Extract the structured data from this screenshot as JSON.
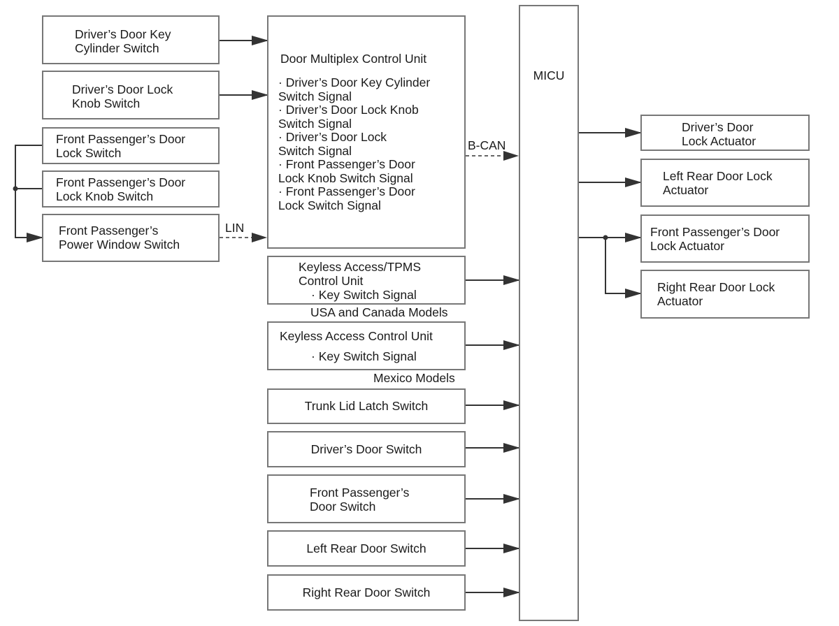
{
  "inputs_left": {
    "drivers_door_key_cylinder_switch": "Driver’s Door Key\nCylinder Switch",
    "drivers_door_lock_knob_switch": "Driver’s Door Lock\nKnob Switch",
    "front_passengers_door_lock_switch": "Front Passenger’s Door\nLock Switch",
    "front_passengers_door_lock_knob_switch": "Front Passenger’s Door\nLock Knob Switch",
    "front_passengers_power_window_switch": "Front Passenger’s\nPower Window Switch"
  },
  "door_multiplex": {
    "title": "Door Multiplex Control Unit",
    "signals": [
      "· Driver’s Door Key Cylinder\nSwitch Signal",
      "· Driver’s Door Lock Knob\nSwitch Signal",
      "· Driver’s Door Lock\nSwitch Signal",
      "· Front Passenger’s Door\nLock Knob Switch Signal",
      "· Front Passenger’s Door\nLock Switch Signal"
    ]
  },
  "bus_labels": {
    "lin": "LIN",
    "bcan": "B-CAN"
  },
  "middle_inputs": {
    "keyless_tpms": {
      "title": "Keyless Access/TPMS\nControl Unit",
      "signal": "· Key Switch Signal",
      "note": "USA and Canada Models"
    },
    "keyless": {
      "title": "Keyless Access Control Unit",
      "signal": "· Key Switch Signal",
      "note": "Mexico Models"
    },
    "trunk_lid_latch_switch": "Trunk Lid Latch Switch",
    "drivers_door_switch": "Driver’s Door Switch",
    "front_passengers_door_switch": "Front Passenger’s\nDoor Switch",
    "left_rear_door_switch": "Left Rear Door Switch",
    "right_rear_door_switch": "Right Rear Door Switch"
  },
  "micu": {
    "label": "MICU"
  },
  "actuators": {
    "drivers_door_lock_actuator": "Driver’s Door\nLock Actuator",
    "left_rear_door_lock_actuator": "Left Rear Door Lock\nActuator",
    "front_passengers_door_lock_actuator": "Front Passenger’s Door\nLock Actuator",
    "right_rear_door_lock_actuator": "Right Rear Door Lock\nActuator"
  },
  "colors": {
    "line": "#333333",
    "box_border": "#777777",
    "dashed": "#666666"
  }
}
